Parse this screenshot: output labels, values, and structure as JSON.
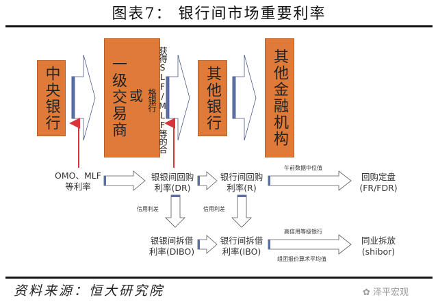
{
  "title": "图表7：  银行间市场重要利率",
  "boxes": {
    "central_bank": "中央银行",
    "primary_dealer": "一级交易商",
    "or": "或",
    "qualified": "获得SLF/MLF等的合格银行",
    "other_banks": "其他银行",
    "other_fi": "其他金融机构"
  },
  "rates": {
    "omo_1": "OMO、MLF",
    "omo_2": "等利率",
    "dr_1": "银银间回购",
    "dr_2": "利率(DR)",
    "r_1": "银行间回购",
    "r_2": "利率(R)",
    "fr_1": "回购定盘",
    "fr_2": "(FR/FDR)",
    "dibo_1": "银银间拆借",
    "dibo_2": "利率(DIBO)",
    "ibo_1": "银行间拆借",
    "ibo_2": "利率(IBO)",
    "shibor_1": "同业拆放",
    "shibor_2": "(shibor)"
  },
  "arrow_labels": {
    "median": "午前数据中位值",
    "credit_spread_1": "信用利差",
    "credit_spread_2": "信用利差",
    "high_credit": "高信用等级银行",
    "avg": "组团报价算术平均值"
  },
  "source": "资料来源：恒大研究院",
  "logo": "泽平宏观",
  "colors": {
    "box": "#e07a38",
    "red_arrow": "#d9343a",
    "arrow_bar": "#5a6fa8"
  }
}
